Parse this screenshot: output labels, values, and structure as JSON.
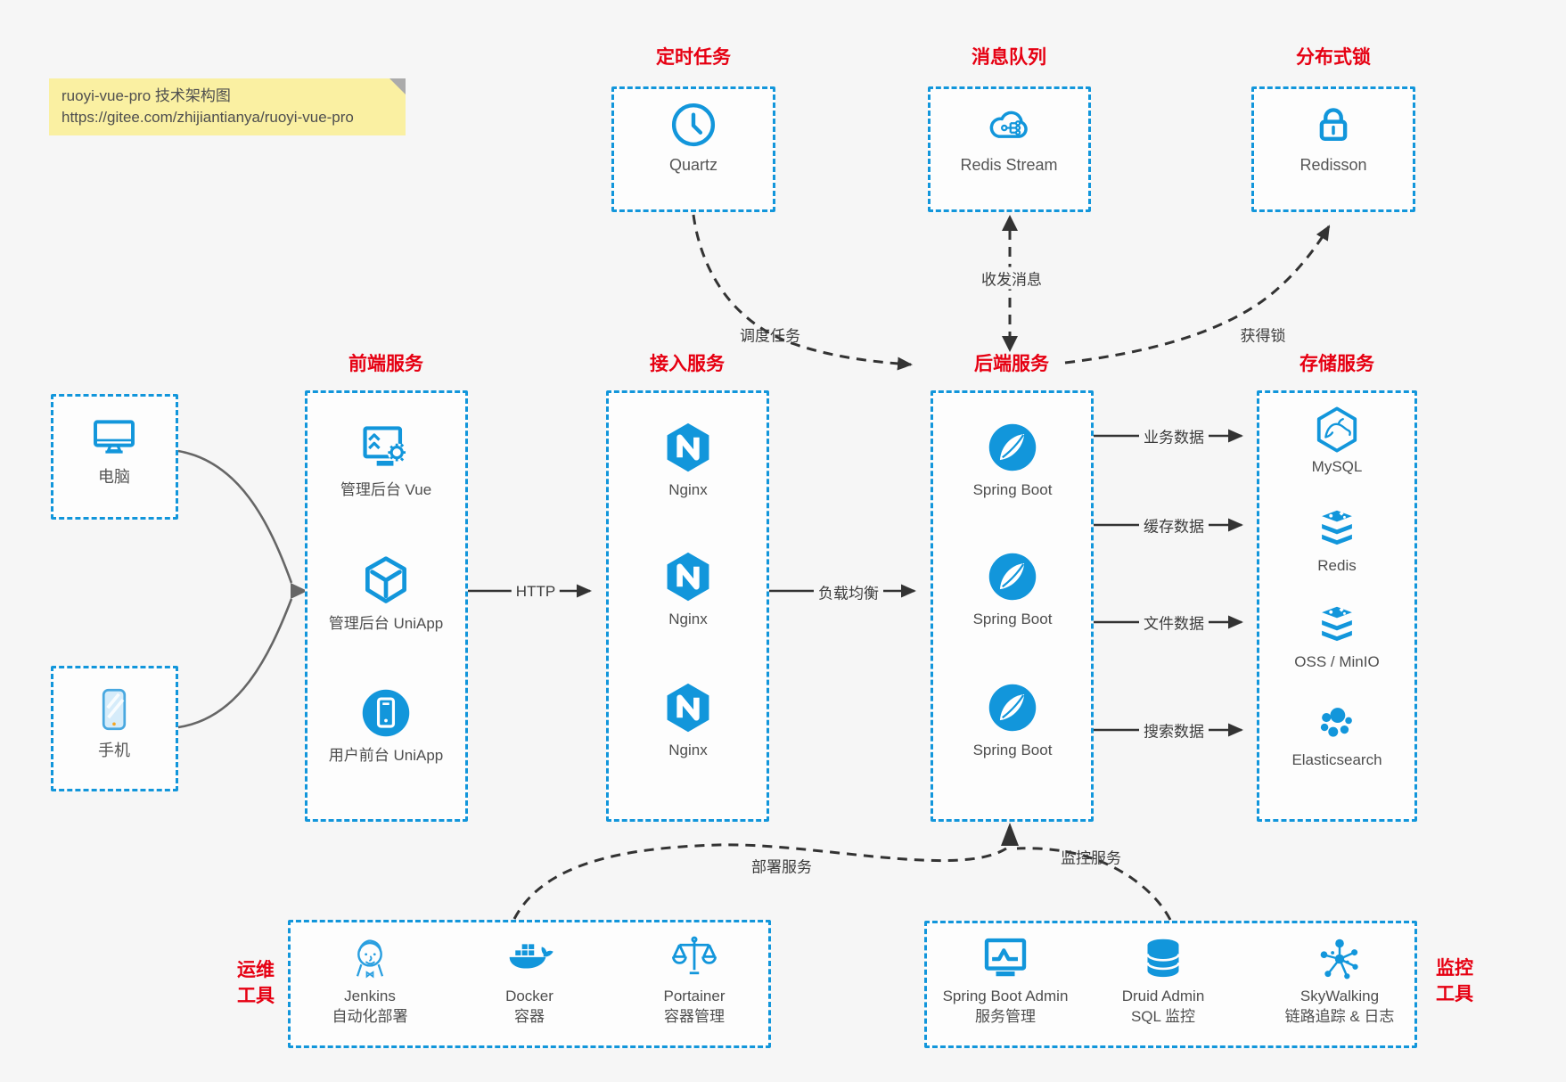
{
  "colors": {
    "accent": "#1296db",
    "red": "#e60012",
    "arrow": "#333333",
    "note_bg": "#faf0a2"
  },
  "note": {
    "line1": "ruoyi-vue-pro 技术架构图",
    "line2": "https://gitee.com/zhijiantianya/ruoyi-vue-pro"
  },
  "top_boxes": [
    {
      "title": "定时任务",
      "label": "Quartz",
      "icon": "clock-icon"
    },
    {
      "title": "消息队列",
      "label": "Redis Stream",
      "icon": "cloud-share-icon"
    },
    {
      "title": "分布式锁",
      "label": "Redisson",
      "icon": "lock-icon"
    }
  ],
  "clients": [
    {
      "label": "电脑",
      "icon": "desktop-icon"
    },
    {
      "label": "手机",
      "icon": "smartphone-icon"
    }
  ],
  "columns": [
    {
      "title": "前端服务",
      "items": [
        {
          "label": "管理后台 Vue",
          "icon": "admin-vue-icon"
        },
        {
          "label": "管理后台 UniApp",
          "icon": "uniapp-cube-icon"
        },
        {
          "label": "用户前台 UniApp",
          "icon": "user-uniapp-icon"
        }
      ]
    },
    {
      "title": "接入服务",
      "items": [
        {
          "label": "Nginx",
          "icon": "nginx-icon"
        },
        {
          "label": "Nginx",
          "icon": "nginx-icon"
        },
        {
          "label": "Nginx",
          "icon": "nginx-icon"
        }
      ]
    },
    {
      "title": "后端服务",
      "items": [
        {
          "label": "Spring Boot",
          "icon": "spring-boot-icon"
        },
        {
          "label": "Spring Boot",
          "icon": "spring-boot-icon"
        },
        {
          "label": "Spring Boot",
          "icon": "spring-boot-icon"
        }
      ]
    },
    {
      "title": "存储服务",
      "items": [
        {
          "label": "MySQL",
          "icon": "mysql-icon"
        },
        {
          "label": "Redis",
          "icon": "redis-stack-icon"
        },
        {
          "label": "OSS / MinIO",
          "icon": "storage-stack-icon"
        },
        {
          "label": "Elasticsearch",
          "icon": "elasticsearch-icon"
        }
      ]
    }
  ],
  "edges": {
    "http": "HTTP",
    "load_balance": "负载均衡",
    "schedule": "调度任务",
    "message": "收发消息",
    "lock": "获得锁",
    "business": "业务数据",
    "cache": "缓存数据",
    "file": "文件数据",
    "search": "搜索数据",
    "deploy": "部署服务",
    "monitor": "监控服务"
  },
  "groups": [
    {
      "title": "运维\n工具",
      "items": [
        {
          "label": "Jenkins",
          "sub": "自动化部署",
          "icon": "jenkins-icon"
        },
        {
          "label": "Docker",
          "sub": "容器",
          "icon": "docker-icon"
        },
        {
          "label": "Portainer",
          "sub": "容器管理",
          "icon": "portainer-icon"
        }
      ]
    },
    {
      "title": "监控\n工具",
      "items": [
        {
          "label": "Spring Boot Admin",
          "sub": "服务管理",
          "icon": "sba-icon"
        },
        {
          "label": "Druid Admin",
          "sub": "SQL 监控",
          "icon": "druid-icon"
        },
        {
          "label": "SkyWalking",
          "sub": "链路追踪 & 日志",
          "icon": "skywalking-icon"
        }
      ]
    }
  ]
}
